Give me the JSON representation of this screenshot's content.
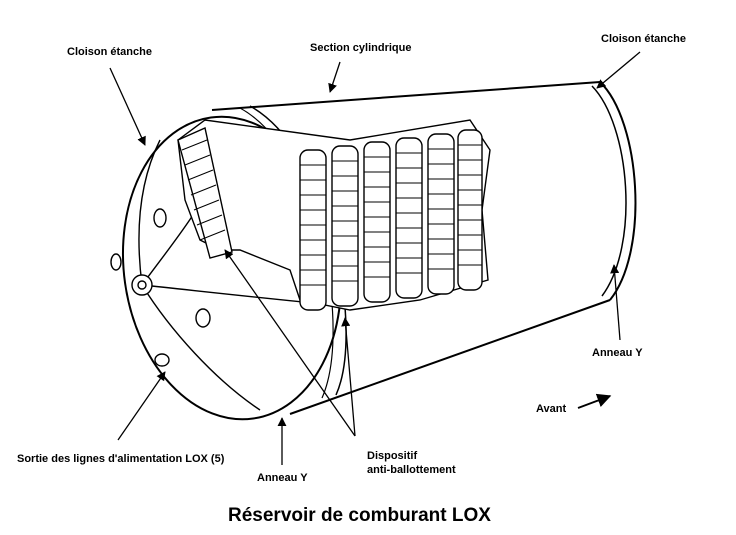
{
  "labels": {
    "bulkhead_left": "Cloison étanche",
    "cylindrical_section": "Section cylindrique",
    "bulkhead_right": "Cloison étanche",
    "y_ring_right": "Anneau Y",
    "forward": "Avant",
    "feed_lines": "Sortie des lignes d'alimentation LOX (5)",
    "y_ring_bottom": "Anneau Y",
    "slosh_line1": "Dispositif",
    "slosh_line2": "anti-ballottement"
  },
  "title": "Réservoir de comburant LOX",
  "colors": {
    "ink": "#000000",
    "paper": "#ffffff"
  }
}
